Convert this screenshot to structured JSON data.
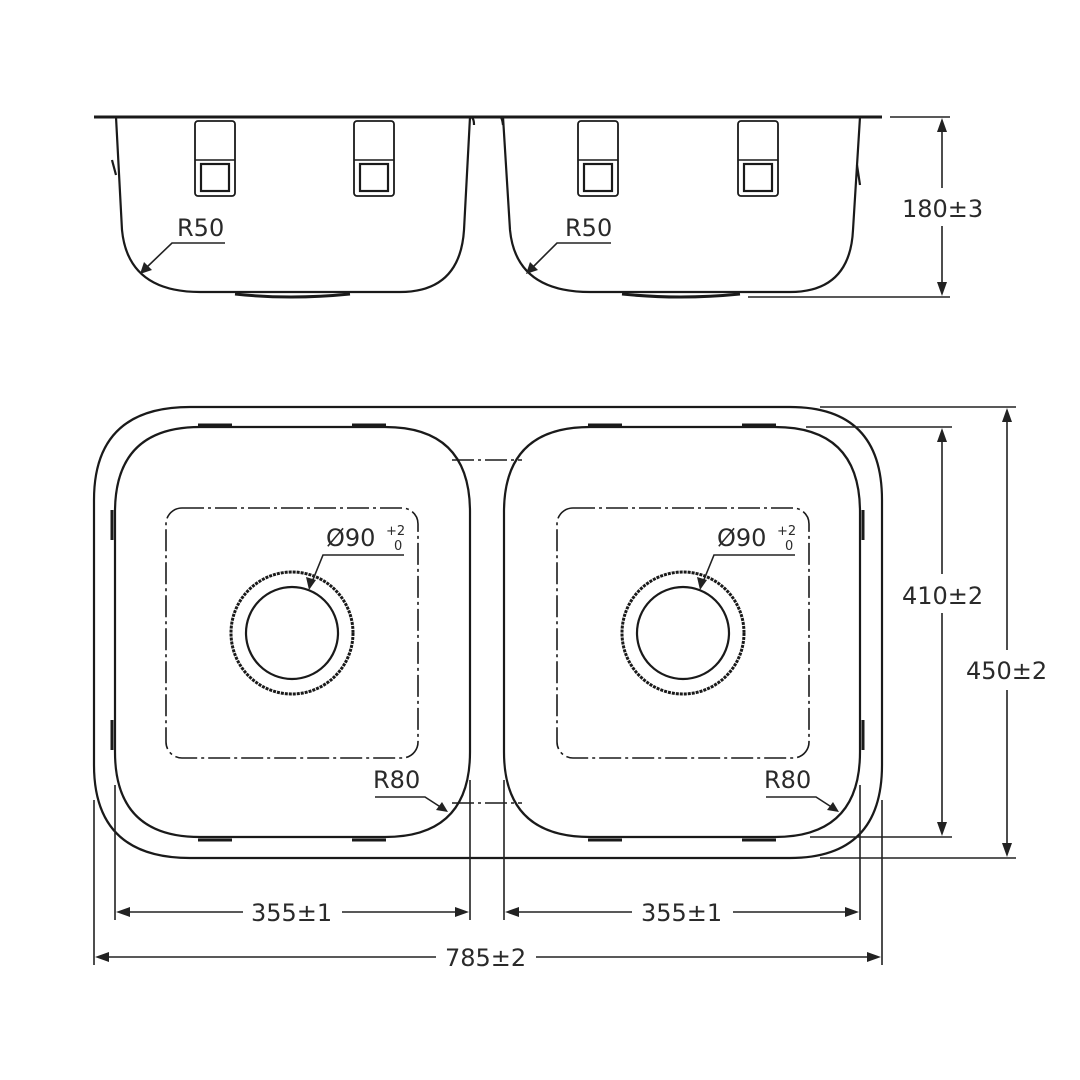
{
  "side_view": {
    "left_radius_label": "R50",
    "right_radius_label": "R50",
    "depth_label": "180±3"
  },
  "plan_view": {
    "left_drain_label": "Ø90",
    "left_drain_tol_upper": "+2",
    "left_drain_tol_lower": "0",
    "right_drain_label": "Ø90",
    "right_drain_tol_upper": "+2",
    "right_drain_tol_lower": "0",
    "left_corner_radius_label": "R80",
    "right_corner_radius_label": "R80",
    "bowl_depth_label": "410±2",
    "overall_depth_label": "450±2",
    "left_bowl_width_label": "355±1",
    "right_bowl_width_label": "355±1",
    "overall_width_label": "785±2"
  },
  "colors": {
    "line": "#1a1a1a",
    "text": "#2a2a2a",
    "background": "#ffffff"
  }
}
